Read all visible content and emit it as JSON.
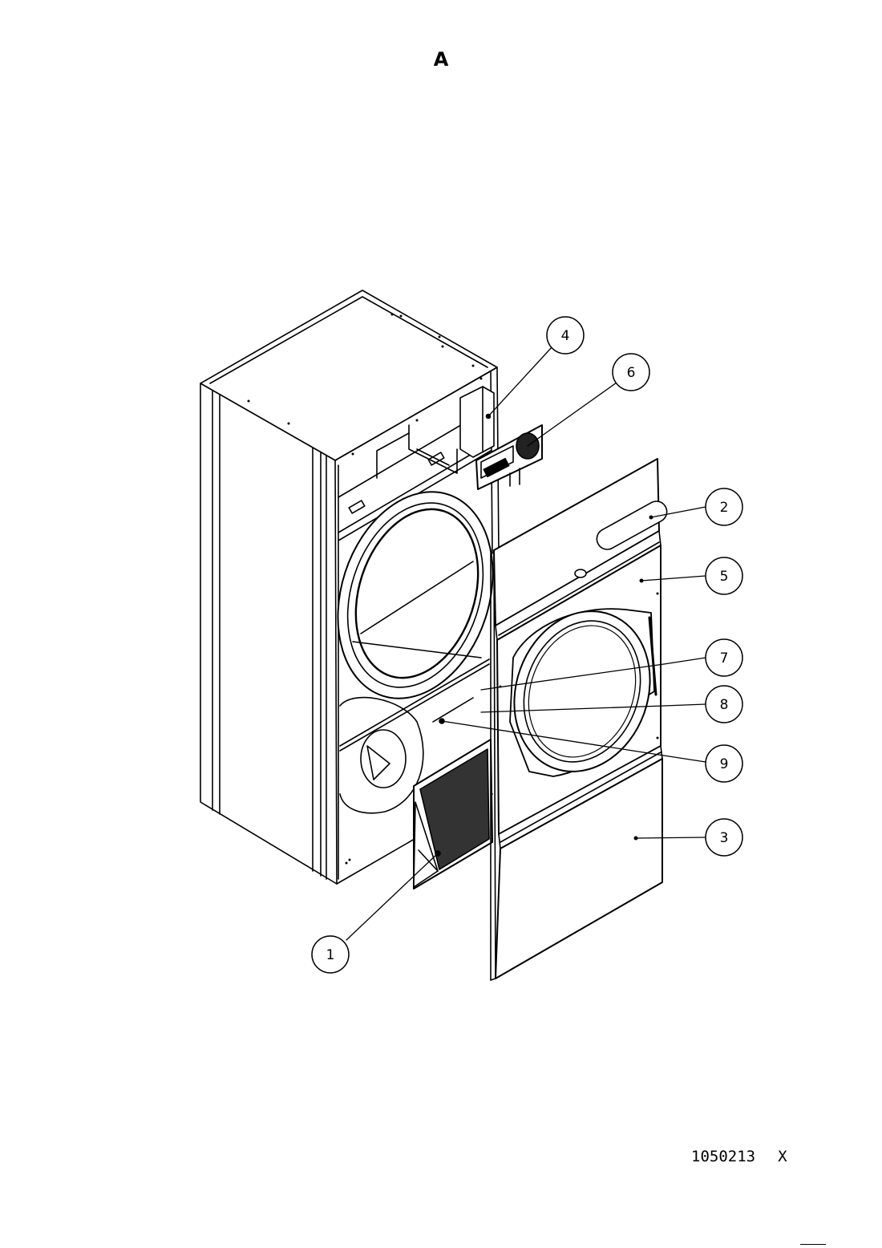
{
  "sheet": {
    "title": "A"
  },
  "callouts": [
    {
      "id": "1",
      "label": "1"
    },
    {
      "id": "2",
      "label": "2"
    },
    {
      "id": "3",
      "label": "3"
    },
    {
      "id": "4",
      "label": "4"
    },
    {
      "id": "5",
      "label": "5"
    },
    {
      "id": "6",
      "label": "6"
    },
    {
      "id": "7",
      "label": "7"
    },
    {
      "id": "8",
      "label": "8"
    },
    {
      "id": "9",
      "label": "9"
    }
  ],
  "footer": {
    "drawing_number": "1050213",
    "revision": "X"
  }
}
